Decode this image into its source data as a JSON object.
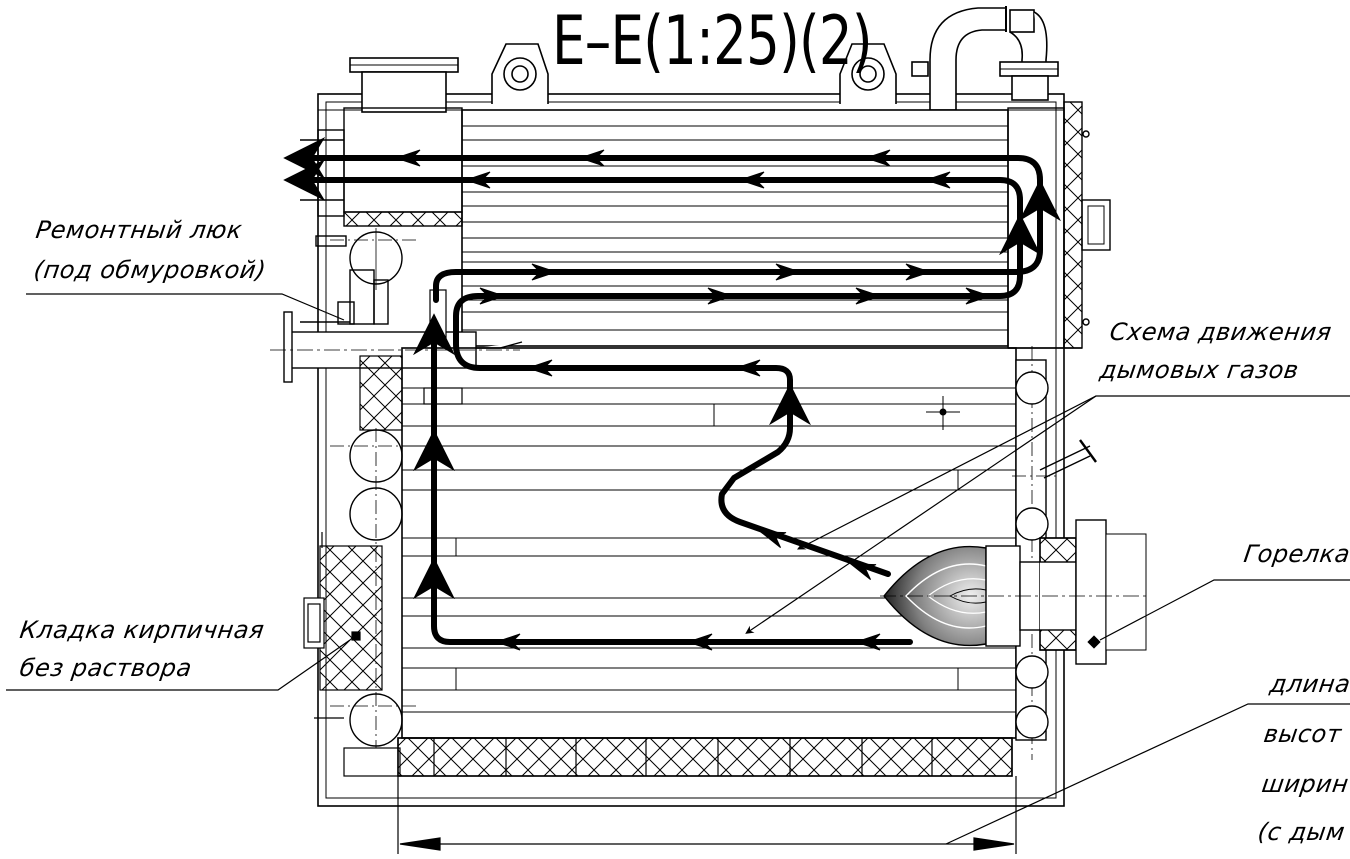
{
  "title": "E–E(1:25)(2)",
  "labels": {
    "repair_hatch_line1": "Ремонтный люк",
    "repair_hatch_line2": "(под обмуровкой)",
    "flue_scheme_line1": "Схема движения",
    "flue_scheme_line2": "дымовых газов",
    "burner": "Горелка",
    "brickwork_line1": "Кладка кирпичная",
    "brickwork_line2": "без раствора",
    "dim_length": "длина",
    "dim_height": "высот",
    "dim_width": "ширин",
    "dim_note": "(с дым"
  },
  "colors": {
    "line": "#000000",
    "flame_dark": "#202020",
    "flame_light": "#d8d8d8"
  }
}
